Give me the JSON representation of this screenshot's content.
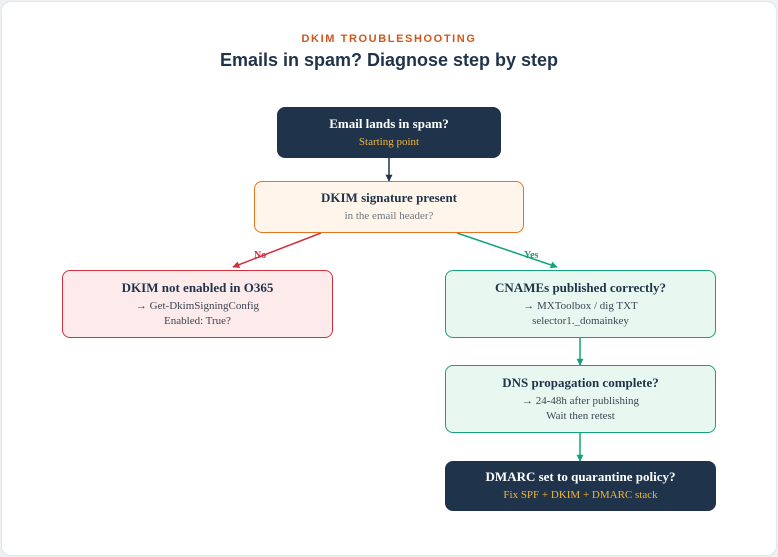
{
  "header": {
    "eyebrow": "DKIM TROUBLESHOOTING",
    "title": "Emails in spam? Diagnose step by step"
  },
  "colors": {
    "dark": "#1f334a",
    "accent_orange": "#e8731f",
    "accent_red": "#d0303c",
    "accent_green": "#12a37c",
    "highlight_yellow": "#f0b43c"
  },
  "nodes": {
    "start": {
      "title": "Email lands in spam?",
      "lines": [
        "Starting point"
      ]
    },
    "dkim_present": {
      "title": "DKIM signature present",
      "lines": [
        "in the email header?"
      ]
    },
    "not_enabled": {
      "title": "DKIM not enabled in O365",
      "lines": [
        "→ Get-DkimSigningConfig",
        "Enabled: True?"
      ]
    },
    "cnames": {
      "title": "CNAMEs published correctly?",
      "lines": [
        "→ MXToolbox / dig TXT",
        "selector1._domainkey"
      ]
    },
    "propagation": {
      "title": "DNS propagation complete?",
      "lines": [
        "→ 24-48h after publishing",
        "Wait then retest"
      ]
    },
    "dmarc": {
      "title": "DMARC set to quarantine policy?",
      "lines": [
        "Fix SPF + DKIM + DMARC stack"
      ]
    }
  },
  "edges": {
    "no_label": "No",
    "yes_label": "Yes"
  }
}
